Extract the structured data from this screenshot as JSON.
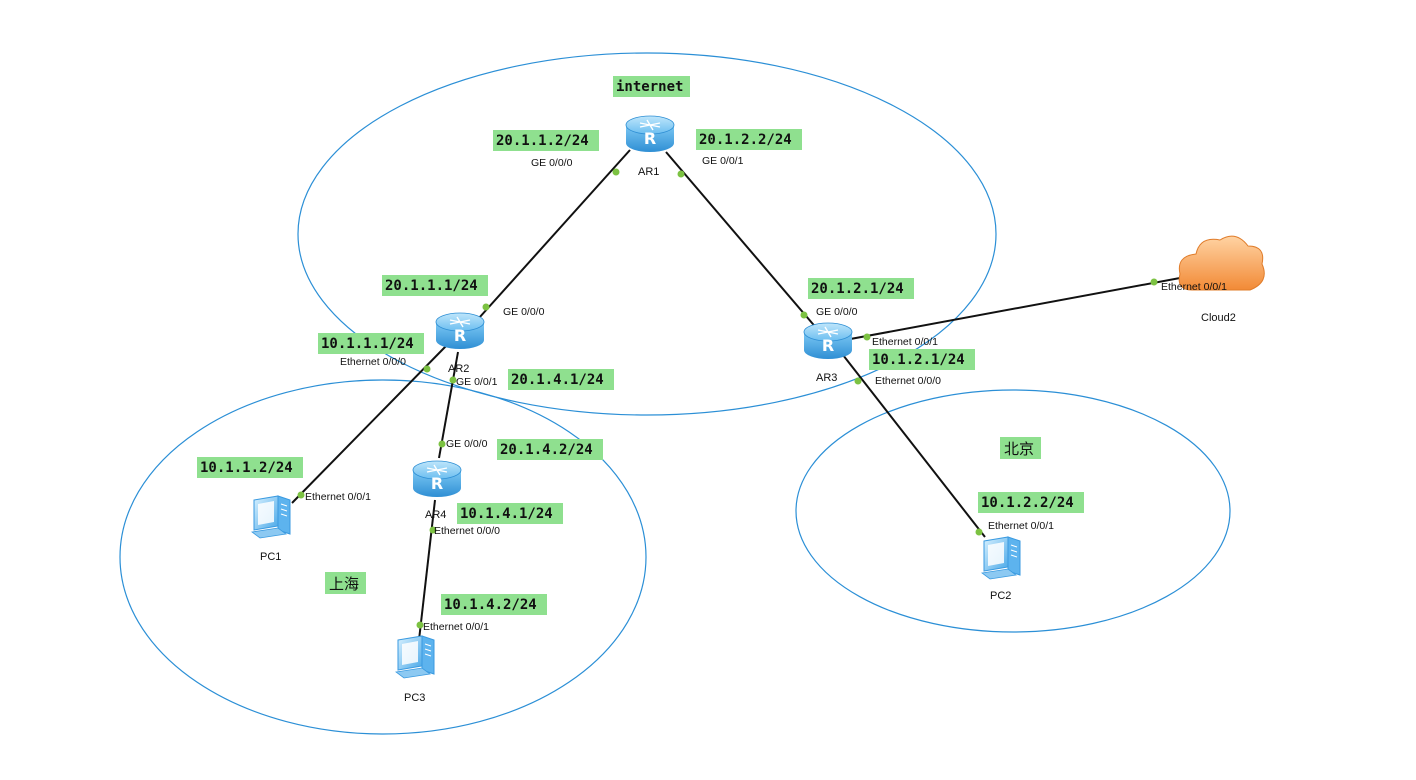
{
  "areas": {
    "internet": "internet",
    "shanghai": "上海",
    "beijing": "北京"
  },
  "devices": {
    "ar1": "AR1",
    "ar2": "AR2",
    "ar3": "AR3",
    "ar4": "AR4",
    "pc1": "PC1",
    "pc2": "PC2",
    "pc3": "PC3",
    "cloud2": "Cloud2"
  },
  "ports": {
    "ar1_ge000": "GE 0/0/0",
    "ar1_ge001": "GE 0/0/1",
    "ar2_ge000": "GE 0/0/0",
    "ar2_ge001": "GE 0/0/1",
    "ar2_eth000": "Ethernet 0/0/0",
    "ar3_ge000": "GE 0/0/0",
    "ar3_eth001": "Ethernet 0/0/1",
    "ar3_eth000": "Ethernet 0/0/0",
    "cloud2_eth001": "Ethernet 0/0/1",
    "ar4_ge000": "GE 0/0/0",
    "ar4_eth000": "Ethernet 0/0/0",
    "pc1_eth001": "Ethernet 0/0/1",
    "pc3_eth001": "Ethernet 0/0/1",
    "pc2_eth001": "Ethernet 0/0/1"
  },
  "ips": {
    "ar1_ge000": "20.1.1.2/24",
    "ar1_ge001": "20.1.2.2/24",
    "ar2_ge000": "20.1.1.1/24",
    "ar2_eth000": "10.1.1.1/24",
    "ar2_ge001": "20.1.4.1/24",
    "ar3_ge000": "20.1.2.1/24",
    "ar3_eth000": "10.1.2.1/24",
    "ar4_ge000": "20.1.4.2/24",
    "ar4_eth000": "10.1.4.1/24",
    "pc1": "10.1.1.2/24",
    "pc3": "10.1.4.2/24",
    "pc2": "10.1.2.2/24"
  },
  "colors": {
    "area_outline": "#2b8fd6",
    "ip_highlight": "#8fe08f",
    "port_dot": "#7cc242",
    "router_body": "#3aa0e0",
    "cloud_body": "#f59a4a"
  }
}
